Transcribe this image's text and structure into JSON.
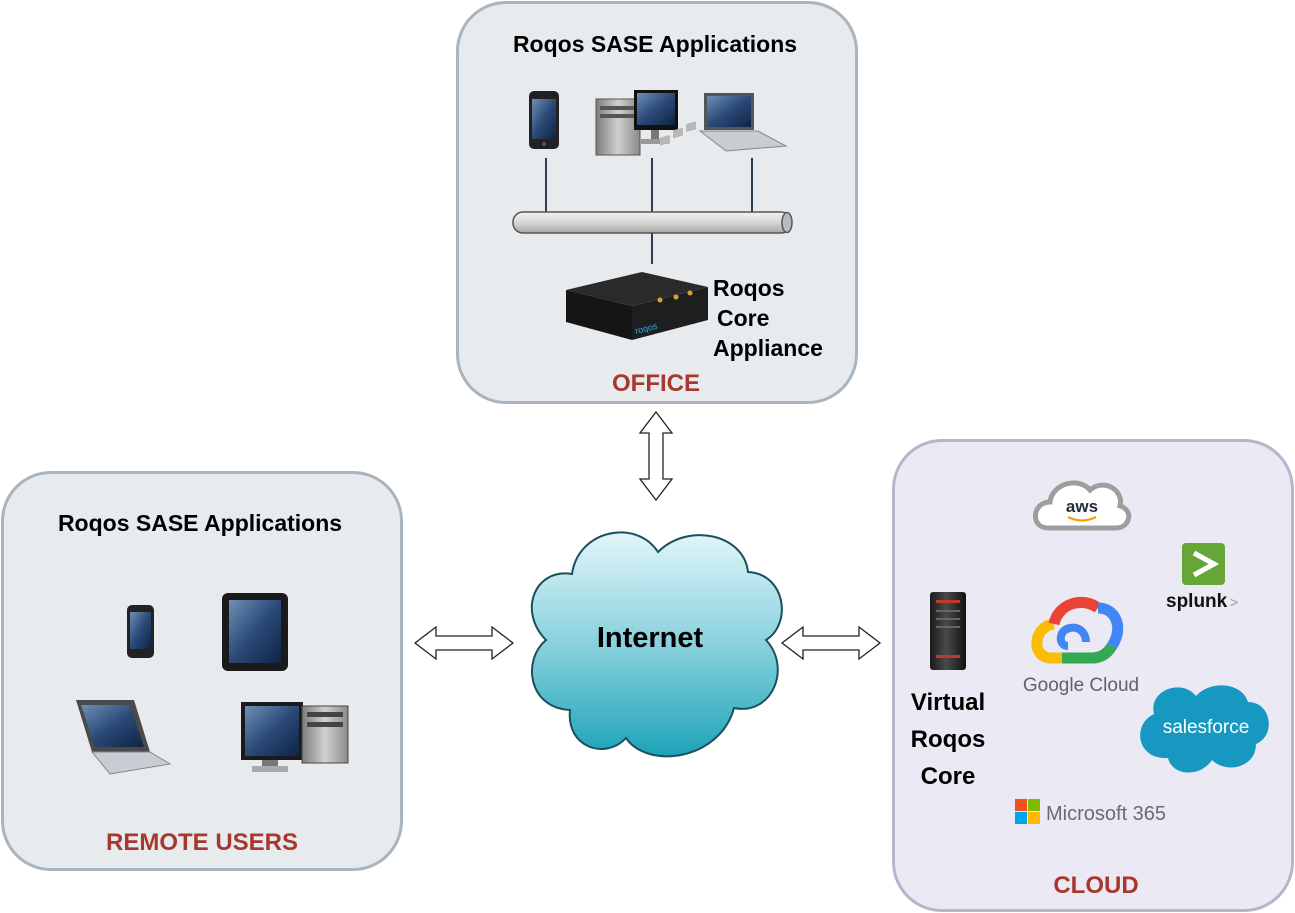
{
  "office": {
    "title": "Roqos SASE Applications",
    "zone_label": "OFFICE",
    "appliance_label": [
      "Roqos",
      "Core",
      "Appliance"
    ],
    "appliance_brand": "roqos"
  },
  "remote": {
    "title": "Roqos SASE Applications",
    "zone_label": "REMOTE USERS"
  },
  "internet": {
    "label": "Internet"
  },
  "cloud": {
    "zone_label": "CLOUD",
    "virtual_core_label": [
      "Virtual",
      "Roqos",
      "Core"
    ],
    "logos": {
      "aws": "aws",
      "splunk": "splunk",
      "splunk_suffix": ">",
      "google_cloud": "Google Cloud",
      "salesforce": "salesforce",
      "microsoft": "Microsoft 365"
    }
  },
  "colors": {
    "panel_fill": "#e7ebee",
    "cloud_panel_fill": "#ebe9f3",
    "zone_label": "#a8382e",
    "internet_cloud_top": "#e2f6f9",
    "internet_cloud_bottom": "#1da3b8"
  }
}
